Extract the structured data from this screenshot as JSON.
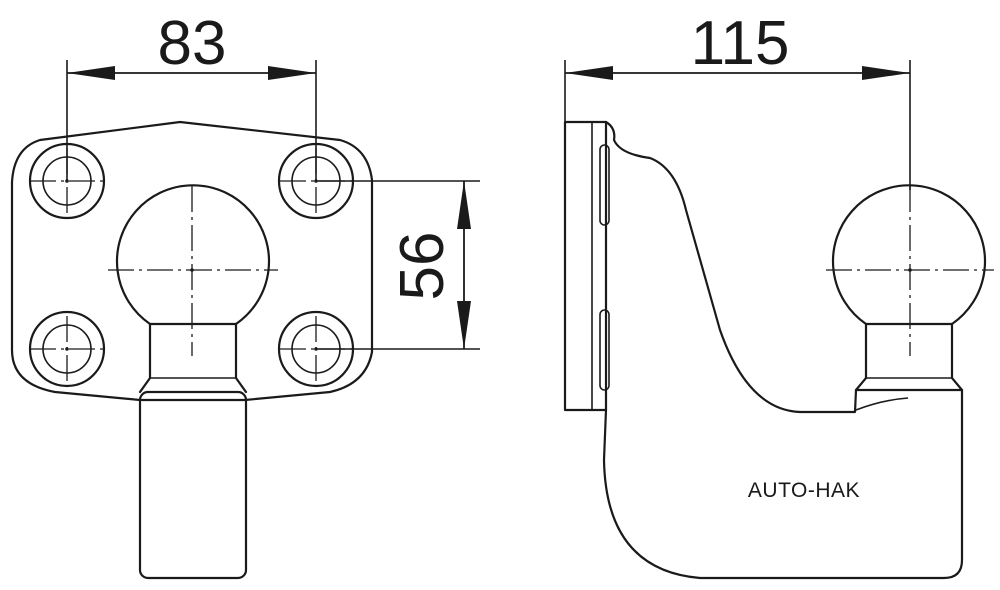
{
  "dimensions": {
    "hole_spacing_horizontal": "83",
    "hole_spacing_vertical": "56",
    "ball_offset": "115"
  },
  "brand_label": "AUTO-HAK"
}
